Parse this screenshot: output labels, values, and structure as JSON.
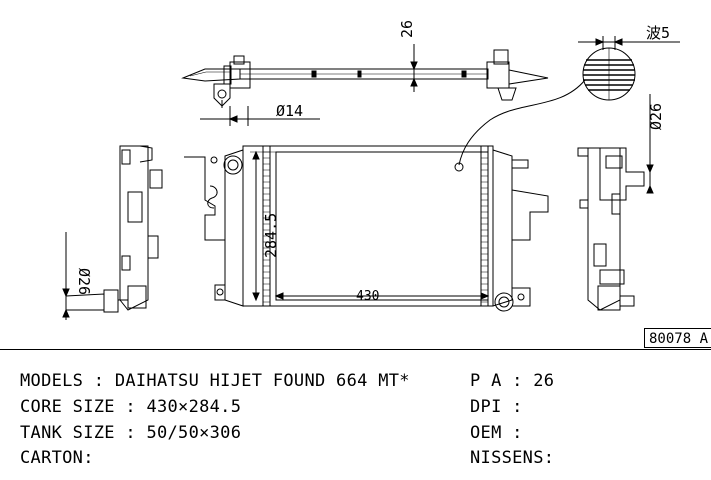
{
  "drawing": {
    "dim_top_inlet": "26",
    "dim_top_pipe": "Ø14",
    "dim_fin": "波5",
    "dim_right_pipe": "Ø26",
    "dim_left_pipe": "Ø26",
    "dim_core_height": "284.5",
    "dim_core_width": "430",
    "part_number": "80078 A"
  },
  "specs": {
    "models": {
      "label": "MODELS",
      "sep": " : ",
      "value": "DAIHATSU HIJET FOUND 664 MT*"
    },
    "core_size": {
      "label": "CORE SIZE",
      "sep": " : ",
      "value": "430×284.5"
    },
    "tank_size": {
      "label": "TANK SIZE",
      "sep": " : ",
      "value": "50/50×306"
    },
    "carton": {
      "label": "CARTON",
      "sep": ":",
      "value": ""
    },
    "pa": {
      "label": "P A",
      "sep": " : ",
      "value": "26"
    },
    "dpi": {
      "label": "DPI",
      "sep": " :",
      "value": ""
    },
    "oem": {
      "label": "OEM",
      "sep": " :",
      "value": ""
    },
    "nissens": {
      "label": "NISSENS",
      "sep": ":",
      "value": ""
    }
  }
}
